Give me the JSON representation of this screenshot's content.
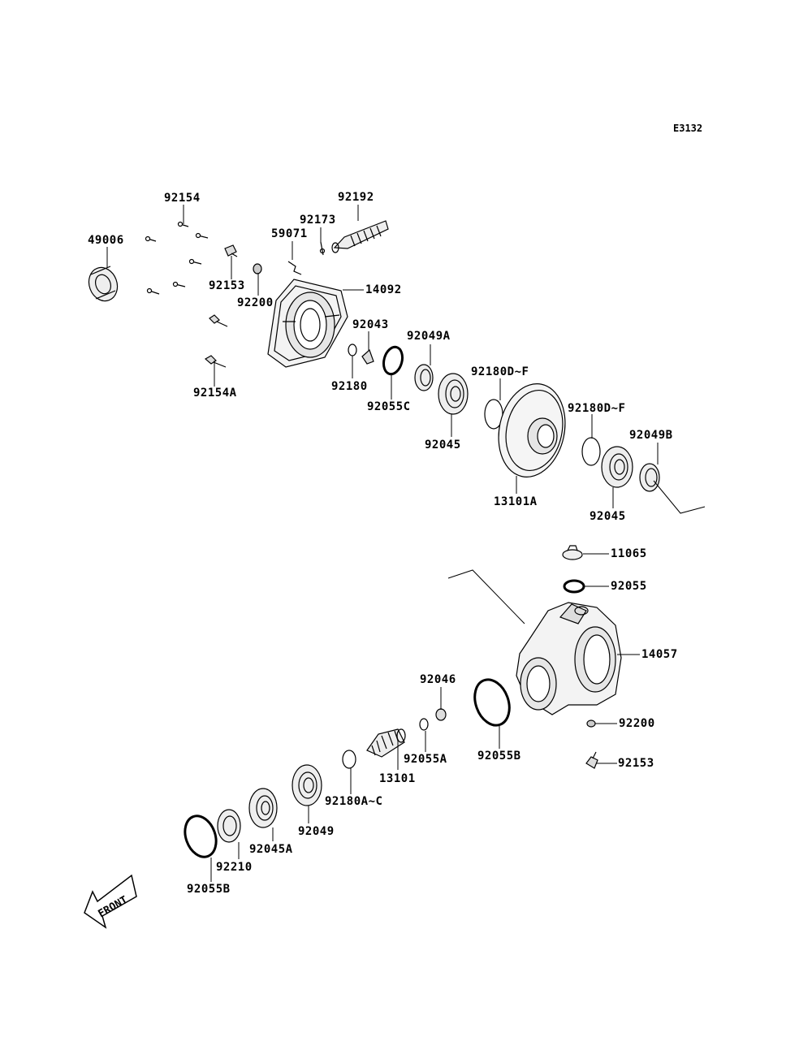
{
  "diagram_code": "E3132",
  "front_label": "FRONT",
  "parts": {
    "p92154": "92154",
    "p92192": "92192",
    "p92173": "92173",
    "p49006": "49006",
    "p59071": "59071",
    "p92153_top": "92153",
    "p92200_top": "92200",
    "p14092": "14092",
    "p92043": "92043",
    "p92049A": "92049A",
    "p92180": "92180",
    "p92055C": "92055C",
    "p92154A": "92154A",
    "p92180DF_1": "92180D~F",
    "p92045_1": "92045",
    "p92180DF_2": "92180D~F",
    "p92049B": "92049B",
    "p13101A": "13101A",
    "p92045_2": "92045",
    "p11065": "11065",
    "p92055": "92055",
    "p14057": "14057",
    "p92046": "92046",
    "p92200_bot": "92200",
    "p92055A": "92055A",
    "p92055B_1": "92055B",
    "p92153_bot": "92153",
    "p13101": "13101",
    "p92180AC": "92180A~C",
    "p92049": "92049",
    "p92045A": "92045A",
    "p92210": "92210",
    "p92055B_2": "92055B"
  }
}
